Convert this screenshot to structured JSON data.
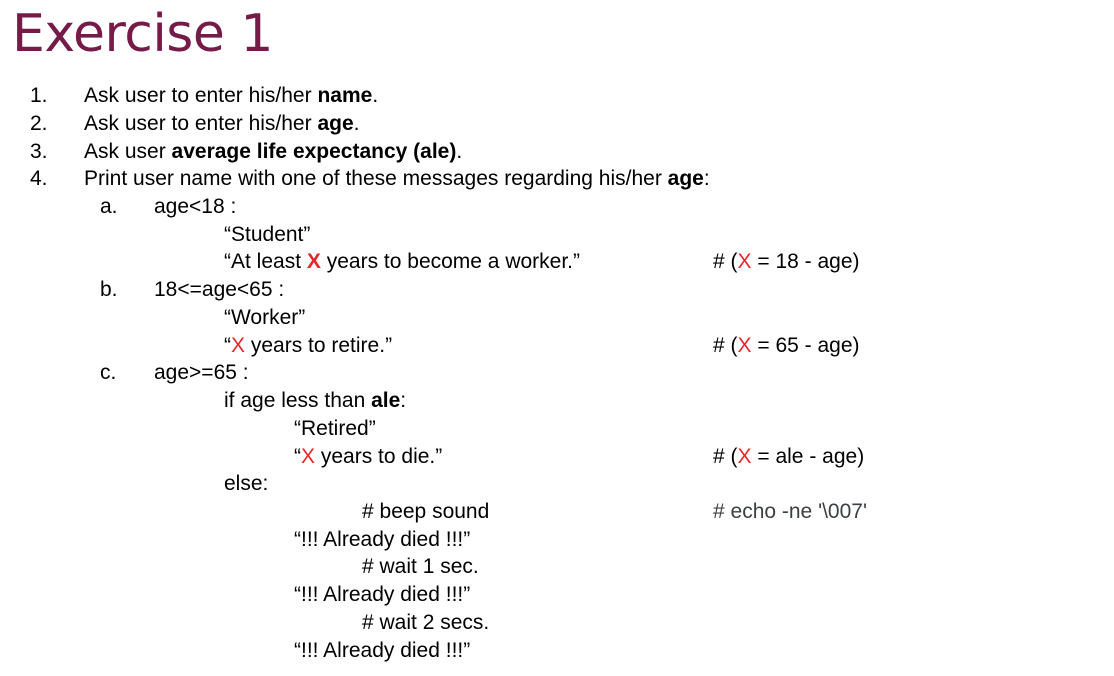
{
  "title": "Exercise 1",
  "steps": [
    {
      "num": "1.",
      "pre": "Ask user to enter his/her ",
      "bold": "name",
      "post": "."
    },
    {
      "num": "2.",
      "pre": "Ask user to enter his/her ",
      "bold": "age",
      "post": "."
    },
    {
      "num": "3.",
      "pre": "Ask user ",
      "bold": "average life expectancy (ale)",
      "post": "."
    },
    {
      "num": "4.",
      "pre": "Print user name with one of these messages regarding his/her ",
      "bold": "age",
      "post": ":"
    }
  ],
  "cases": {
    "a": {
      "letter": "a.",
      "cond": "age<18 :",
      "msg1": "“Student”",
      "msg2_pre": "“At least ",
      "msg2_x": "X",
      "msg2_post": " years to become a worker.”",
      "cmt_pre": "# (",
      "cmt_x": "X",
      "cmt_post": " = 18 - age)"
    },
    "b": {
      "letter": "b.",
      "cond": "18<=age<65 :",
      "msg1": "“Worker”",
      "msg2_pre": "“",
      "msg2_x": "X",
      "msg2_post": " years to retire.”",
      "cmt_pre": "# (",
      "cmt_x": "X",
      "cmt_post": " = 65 - age)"
    },
    "c": {
      "letter": "c.",
      "cond": "age>=65 :",
      "if_pre": "if age less than ",
      "if_bold": "ale",
      "if_post": ":",
      "msg1": "“Retired”",
      "msg2_pre": "“",
      "msg2_x": "X",
      "msg2_post": " years to die.”",
      "cmt_pre": "# (",
      "cmt_x": "X",
      "cmt_post": " = ale - age)",
      "else": "else:",
      "beep": "# beep sound",
      "beep_cmt": "# echo -ne '\\007'",
      "died1": "“!!! Already died !!!”",
      "wait1": "# wait 1 sec.",
      "died2": "“!!! Already died !!!”",
      "wait2": "# wait 2 secs.",
      "died3": "“!!! Already died !!!”"
    }
  }
}
